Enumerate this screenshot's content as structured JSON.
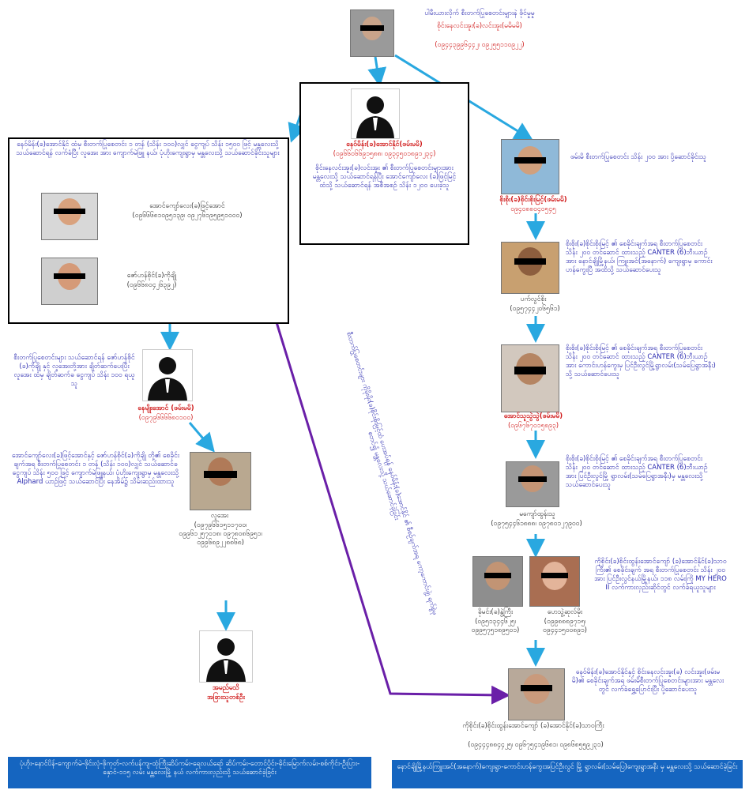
{
  "top": {
    "caption": "ပါမီးယားလိုက် စီးတက်ပြုစေတင်းမျှားနဲ ဖိုင်မှုမှု",
    "name": "စိုင်းနေလင်းအူး(ခ)လင်းအူး(မမိမမိ)",
    "phone": "(၀၉၄၄၃၉၉၆၄၄၂၊ ၀၉၂၅၅၁၁၀၉၂၂)"
  },
  "center_box": {
    "name": "နေဝ်မိန်း(ခ)အောင်နိုင်(ဖမ်းမမိ)",
    "phone": "(၀၉၆၆၀၆၆၉၁၅၈၈၊ ၀၉၃၄၅၀၁၈၉၁၂၃၄)",
    "desc": "စိုင်းနေလင်းအူး(ခ)လင်းအူး ၏ စီးတက်ပြုစေတင်းမျှားအား မန္တလေးသို့ သယ်ဆောင်ရန်ပြီး အောင်ကျော်လေး (ခ)ဖြင့်မြင့် ထံသို့ သယ်ဆောင်ရန် အစီအစဉ် သိန်း ၁၂၀၀ ပေးခဲ့သူ"
  },
  "left_box": {
    "desc": "နေဝ်မိန်း(ခ)အောင်နိုင် ထံမှ စီးတက်ပြုစေတင်း ၁ တန် (သိန်း ၁၀၀)လျှင် ငွေကျပ် သိန်း ၁၅၀၀ ဖြင့် မန္တလေးသို့ သယ်ဆောင်ရန် လက်ခံပြီး လူအေး အား ကျောက်မဲဖြူ နယ်၊ ပုံဟိုးကျေးရွာမှ မန္တလေးသို့ သယ်ဆောင်ခိုင်းသူများ",
    "person1_caption": "အောင်ကျော်လေး(ခ)ဖြင့်အောင်",
    "person1_phone": "(၀၉၆၆၆၈၁၀၉၅၁၃၉၊ ၀၉၂၇၆၁၉၅၉၅၁၀၀၀)",
    "person2_caption": "ဇော်ဟန်စိုင်(ခ)ကိုချို",
    "person2_phone": "(၀၉၆၆၈၀၄၂၆၃၉၂)"
  },
  "left_mid": {
    "desc": "စီးတက်ပြုစေတင်းများ သယ်ဆောင်ရန် ဇော်ဟန်စိုင် (ခ)ကိုချို နှင့် လူအေးတို့အား ချိတ်ဆက်ပေးပြီး လူအေး ထံမှ ချိတ်ဆက်ခ ငွေကျပ် သိန်း ၁၀၀ ရယူသူ",
    "name": "နေမျိုးအောင် (ဖမ်းမမိ)",
    "phone": "(၀၉၇၉၆၆၆၆၈၀၁၀၀)"
  },
  "left_lower": {
    "desc": "အောင်ကျော်လေး(ခ)ဖြင့်အောင်နှင့် ဇော်ဟန်စိုင်(ခ)ကိုချို တို့၏ စေခိုင်းချက်အရ စီးတက်ပြုစေတင်း ၁ တန် (သိန်း ၁၀၀)လျှင် သယ်ဆောင်ခငွေကျပ် သိန်း ၅၀၀ ဖြင့် ကျောက်မဲဖြူနယ်၊ ပုံဟိုးကျေးရွာမှ မန္တလေးသို့ Alphard ယာဉ်ဖြင့် သယ်ဆောင်ပြီး နေအိမ်၌ သိမ်းဆည်းထားသူ",
    "person_caption": "လူအေး",
    "person_phone": "(၀၉၇၉၆၆၁၅၁၁၇၀၀၊ ၀၉၉၆၁၂၅၇၀၁၈၊ ၀၉၇၈၀၈၆၉၅၁၊ ၀၉၉၆၈၉၂၂၈၈၆၈)",
    "unknown_name": "အမည်မသိ",
    "unknown_sub": "အခြားသူတစ်ဦး"
  },
  "diagonal_text": "စီးတက်ပြုစေတင်းများ ကိုမိုးမိုး(ခ)စိုင်းစိုးမြင့်ထံ ပေးအပ်ရန် နေဝ်မိန်း(ခ)အောင်နိုင် ၏ စီစဉ်ချက်အရ ကော့ကောင်းဖွဲ့၊ ရက်စွဲမှ စတင်၍ မန္တလေးသို့ သယ်ဆောင်ခဲ့ခြင်း",
  "right_chain": [
    {
      "desc": "ဖမ်းမိ စီးတက်ပြုစေတင်း သိန်း ၂၀၀ အား ပို့ဆောင်ခိုင်းသူ",
      "name": "စိုးစိုး(ခ)စိုင်းစိုးမြင့်(ဖမ်းမမိ)",
      "phone": "၀၉၄၀၈၈၀၄၀၅၄၅"
    },
    {
      "desc": "စိုးစိုး(ခ)စိုင်းစိုးမြင့် ၏ စေခိုင်းချက်အရ စီးတက်ပြုစေတင်း သိန်း ၂၀၀ တင်ဆောင် ထားသည့် CANTER (6)ဘီးယာဉ်အား နောင်ချိုမြို့နယ်၊ ကြူးအင်(အနောက်) ကျေးရွာမှ ကောင်းဟန်ကွေးပြီ အထိသို့ သယ်ဆောင်ပေးသူ",
      "name": "ပက်လွင်စိုး",
      "phone": "(၀၉၅၇၄၄၂၀၆၅၆၁)"
    },
    {
      "desc": "စိုးစိုး(ခ)စိုင်းစိုးမြင့် ၏ စေခိုင်းချက်အရ စီးတက်ပြုစေတင်း သိန်း ၂၀၀ တင်ဆောင် ထားသည့် CANTER (6)ဘီးယာဉ်အား ကောင်းဟန်ကွေးမှ ပြင်ဦးလွင်မြို့ရွာလမ်း(သမ်ပြေရွာအနီး) သို့ သယ်ဆောင်ပေးသူ",
      "name": "အောင်သူသွဲသွဲ(ဖမ်းမမိ)",
      "phone": "(၀၉၆၇၆၇၀၁၅၈၉၃)"
    },
    {
      "desc": "စိုးစိုး(ခ)စိုင်းစိုးမြင့် ၏ စေခိုင်းချက်အရ စီးတက်ပြုစေတင်း သိန်း ၂၀၀ တင်ဆောင် ထားသည့် CANTER (6)ဘီးယာဉ်အား ပြင်ဦးလွင်မြို့ ရွာလမ်း(သမ်ပြေရွာအနီး)မှ မန္တလေးသို့ သယ်ဆောင်ပေးသူ",
      "name": "မကျော်ထွန်းသူ",
      "phone": "(၀၉၇၅၄၄၆၁၈၈၈၊ ၀၉၇၈၀၁၂၇၉၀၀)"
    }
  ],
  "pair": {
    "desc": "ကိုစိုင်း(ခ)စိုင်းထွန်းအောင်ကျော် (ခ)အောင်နိုင်(ခ)သာဝကြီး၏ စေခိုင်းချက် အရ စီးတက်ပြုစေတင်း သိန်း ၂၀၀ အား ပြင်ဦးလွင်နယ်မြို့နယ်၊ ၁၁၈ လမ်းကြို MY HERO II လက်ကားလှည်းဆိုင်တွင် လက်ခံရယူသူများ",
    "left_caption": "ခိုမင်း(ခ)နွဲ့ကြီး",
    "left_phone": "(၀၉၅၁၃၄၄၆၂၅၊ ၀၉၉၅၇၅၁၈၉၅၀၁)",
    "right_caption": "ဟေသွဲ့ဆုလ်မိုး",
    "right_phone": "(၀၉၉၈၈၈၉၇၁၅၊ ၀၉၄၄၁၅၀၀၈၉၁)"
  },
  "final": {
    "desc": "နေဝ်မိန်း(ခ)အောင်နိုင်နှင့် စိုင်းနေလင်းအူး(ခ) လင်းအူး(ဖမ်းမမိ)၏ စေခိုင်းချက်အရ ဖမ်းမိစီးတက်ပြုစေတင်းများအား မန္တလေးတွင် လက်ခံရွှေ့ပြောင်းပြီး ပို့ဆောင်ပေးသူ",
    "caption": "ကိုစိုင်း(ခ)စိုင်းထွန်းအောင်ကျော် (ခ)အောင်နိုင်(ခ)သာဝကြီး",
    "phone": "(၀၉၄၄၄၈၈၄၄၂၅၊ ၀၉၆၇၅၄၁၉၆၈၁၊ ၀၉၈၆၈၅၅၉၂၃၁)"
  },
  "banner_left": "ပုံဟိုး-နောင်ပိန်-ကျောက်မဲ-ဖိုင်းလုံ-ဖိုကုတ်-လက်ပန်ကျ-ထုံကြီးဆိပ်ကမ်း-ရေလယ်ရော် ဆိပ်ကမ်း-တောင်ပိုင်း-ဓိုင်းမြောက်လမ်း-စစ်ကိုင်း-ဦးပြား-နှောင်-၁၁၅ လမ်း မန္တလေးမြို့ နယ် လက်ကားလှည်းသို့ သယ်ဆောင်ခဲ့ခြင်း",
  "banner_right": "နောင်ချိုမြို့နယ်ကြူးအင်(အနောက်)ကျေးရွာ-ကောင်းဟန်ကွေးအပြင်ဦးလွင် မြို့ ရွာလမ်း(သမ်ပြေ)ကျေးရွာအနီး မှ မန္တလေးသို့ သယ်ဆောင်ခဲ့ခြင်း"
}
